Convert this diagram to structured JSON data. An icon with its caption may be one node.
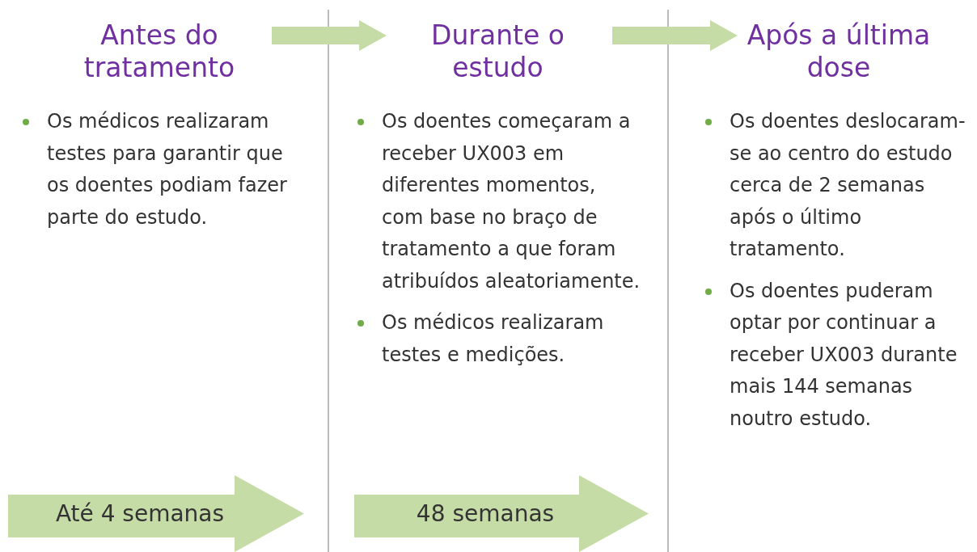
{
  "diagram": {
    "nodes": [
      {
        "text": [
          "Antes do tratamento"
        ]
      },
      {
        "text": [
          "Durante o estudo"
        ]
      },
      {
        "text": [
          "Após a última dose"
        ]
      },
      {
        "text": [
          "Até 4 semanas"
        ]
      },
      {
        "text": [
          "48 semanas"
        ]
      }
    ],
    "edges": [
      {
        "from": 0,
        "to": 1,
        "arrow": "to"
      },
      {
        "from": 1,
        "to": 2,
        "arrow": "to"
      }
    ],
    "labels": [
      "Os médicos realizaram testes para garantir que os doentes podiam fazer parte do estudo.",
      "Os doentes começaram a receber UX003 em diferentes momentos, com base no braço de tratamento a que foram atribuídos aleatoriamente.",
      "Os médicos realizaram testes e medições.",
      "Os doentes deslocaram-se ao centro do estudo cerca de 2 semanas após o último tratamento.",
      "Os doentes puderam optar por continuar a receber UX003 durante mais 144 semanas noutro estudo."
    ]
  }
}
